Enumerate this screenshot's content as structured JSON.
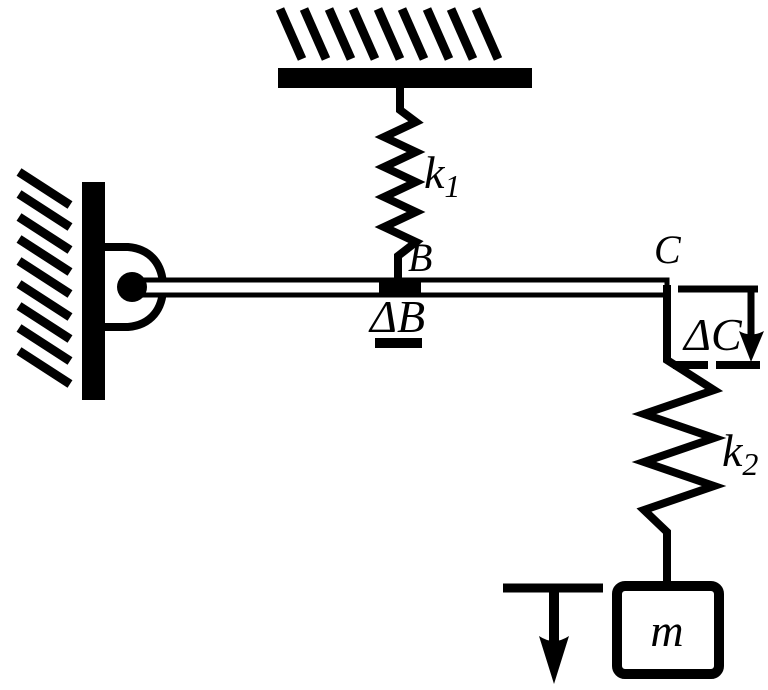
{
  "diagram": {
    "description": "Statics diagram: horizontal bar pinned to a wall, supported by spring k1 from the ceiling at point B, carrying spring k2 and mass m at point C, with displacements ΔB and ΔC indicated",
    "colors": {
      "ink": "#000000",
      "background": "#ffffff"
    },
    "labels": {
      "spring1_base": "k",
      "spring1_sub": "1",
      "spring2_base": "k",
      "spring2_sub": "2",
      "point_b": "B",
      "point_c": "C",
      "delta_b": "ΔB",
      "delta_c": "ΔC",
      "mass": "m"
    }
  }
}
